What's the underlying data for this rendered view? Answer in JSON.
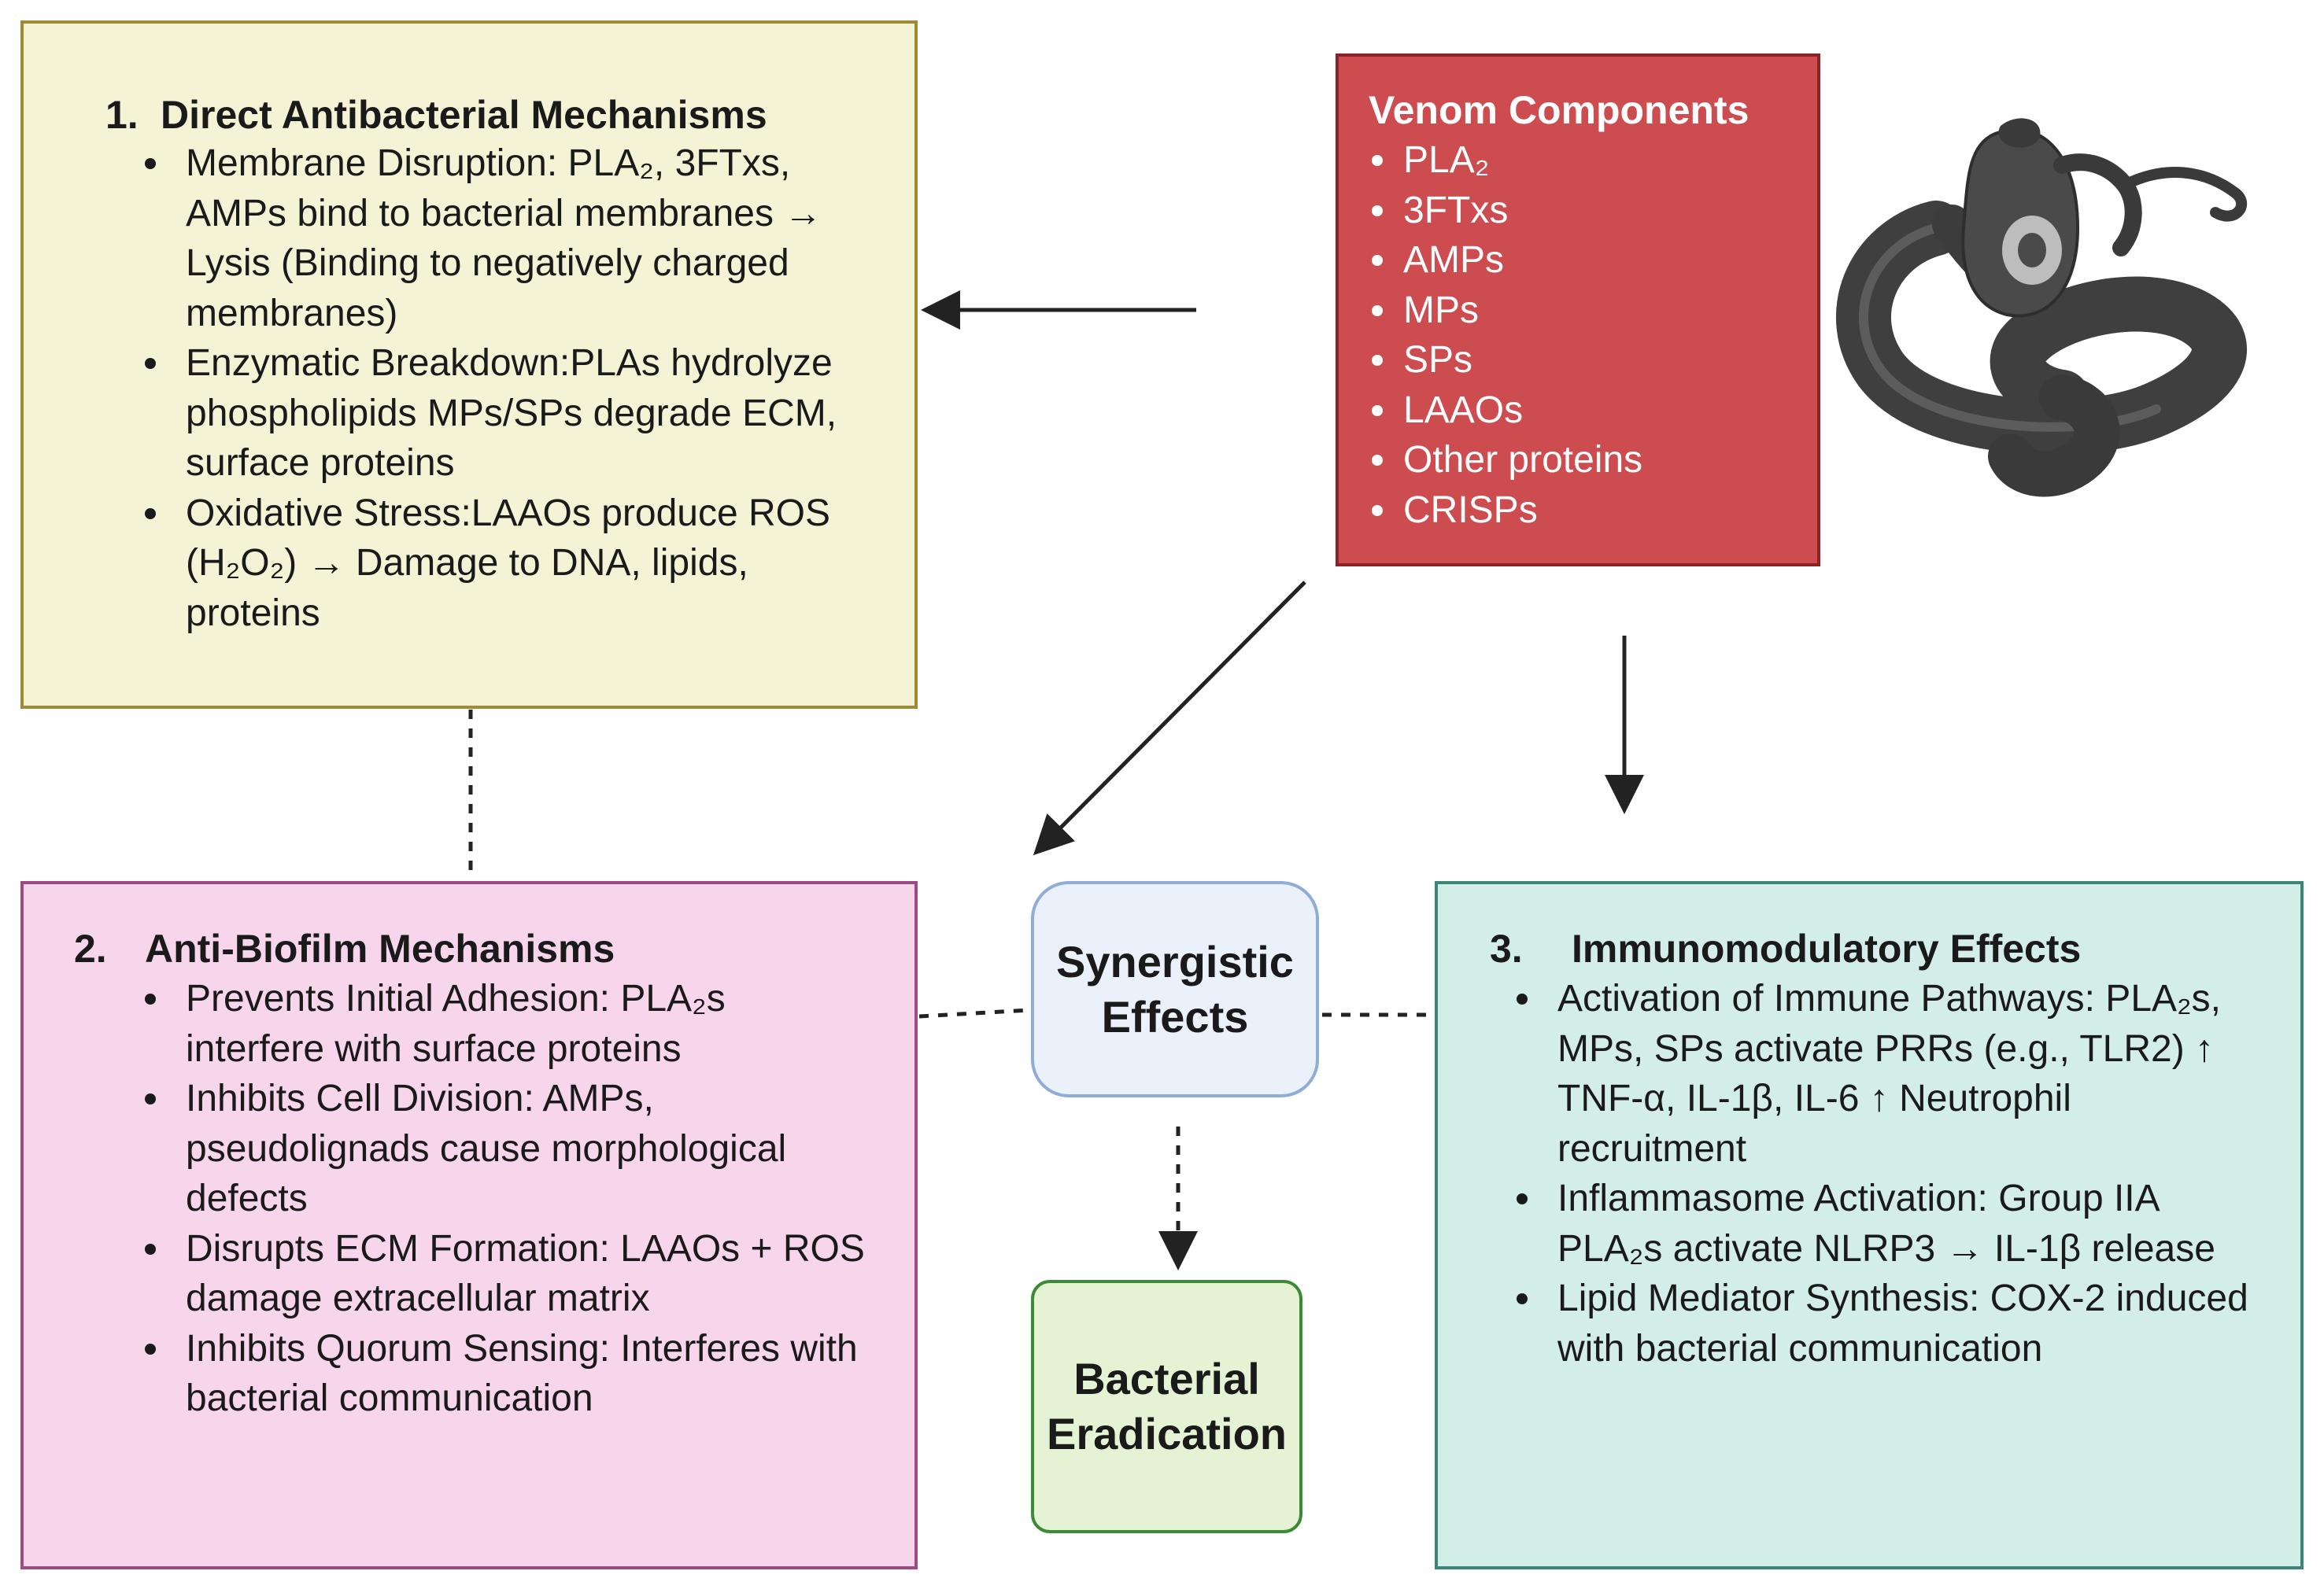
{
  "box1": {
    "number": "1.",
    "title": "Direct Antibacterial Mechanisms",
    "items": [
      "Membrane Disruption: PLA₂, 3FTxs, AMPs bind to bacterial membranes → Lysis (Binding to negatively charged membranes)",
      "Enzymatic Breakdown:PLAs hydrolyze phospholipids MPs/SPs degrade ECM, surface proteins",
      "Oxidative Stress:LAAOs produce ROS (H₂O₂) → Damage to DNA, lipids, proteins"
    ]
  },
  "box2": {
    "number": "2.",
    "title": "Anti-Biofilm Mechanisms",
    "items": [
      "Prevents Initial Adhesion: PLA₂s interfere with surface proteins",
      "Inhibits Cell Division: AMPs, pseudolignads cause morphological defects",
      "Disrupts ECM Formation: LAAOs + ROS damage extracellular matrix",
      "Inhibits Quorum Sensing: Interferes with bacterial communication"
    ]
  },
  "box3": {
    "number": "3.",
    "title": "Immunomodulatory Effects",
    "items": [
      "Activation of Immune Pathways: PLA₂s, MPs, SPs activate PRRs (e.g., TLR2) ↑ TNF-α, IL-1β, IL-6 ↑ Neutrophil recruitment",
      "Inflammasome Activation: Group IIA PLA₂s activate NLRP3 → IL-1β release",
      "Lipid Mediator Synthesis: COX-2 induced with bacterial communication"
    ]
  },
  "venom": {
    "title": "Venom Components",
    "items": [
      "PLA₂",
      "3FTxs",
      "AMPs",
      "MPs",
      "SPs",
      "LAAOs",
      "Other proteins",
      "CRISPs"
    ]
  },
  "synergy": {
    "line1": "Synergistic",
    "line2": "Effects"
  },
  "eradication": {
    "line1": "Bacterial",
    "line2": "Eradication"
  },
  "colors": {
    "box1_fill": "#f5f3d6",
    "box2_fill": "#f7d6eb",
    "box3_fill": "#d3ede8",
    "venom_fill": "#cd4c4f",
    "synergy_fill": "#eaf1fb",
    "eradication_fill": "#e3f3d4"
  },
  "icons": {
    "snake": "cobra-illustration-icon"
  }
}
